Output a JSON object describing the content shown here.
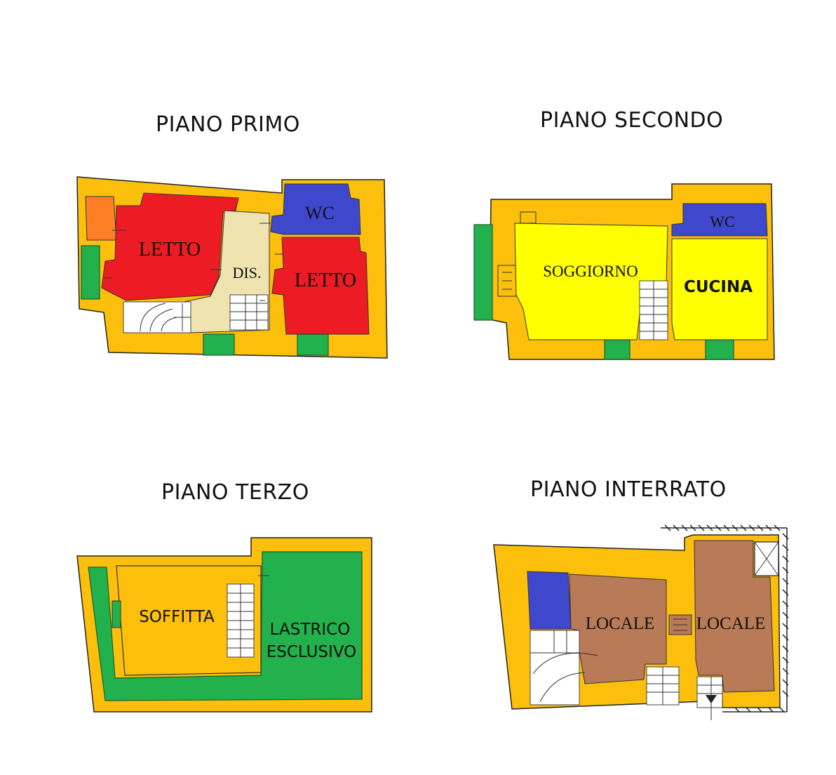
{
  "floors": {
    "primo": {
      "title": "PIANO PRIMO",
      "rooms": {
        "letto_left": "LETTO",
        "dis": "DIS.",
        "wc": "WC",
        "letto_right": "LETTO"
      }
    },
    "secondo": {
      "title": "PIANO SECONDO",
      "rooms": {
        "soggiorno": "SOGGIORNO",
        "wc": "WC",
        "cucina": "CUCINA"
      }
    },
    "terzo": {
      "title": "PIANO TERZO",
      "rooms": {
        "soffitta": "SOFFITTA",
        "lastrico_line1": "LASTRICO",
        "lastrico_line2": "ESCLUSIVO"
      }
    },
    "interrato": {
      "title": "PIANO INTERRATO",
      "rooms": {
        "locale_left": "LOCALE",
        "locale_right": "LOCALE"
      }
    }
  },
  "colors": {
    "wall": "#fcc00c",
    "bedroom": "#ed1c24",
    "wc": "#3f48cc",
    "disimpegno": "#efe4b0",
    "living": "#ffff00",
    "roof_terrace": "#22b14c",
    "cellar": "#b97a57",
    "closet": "#ff7f27",
    "window": "#22b14c"
  }
}
